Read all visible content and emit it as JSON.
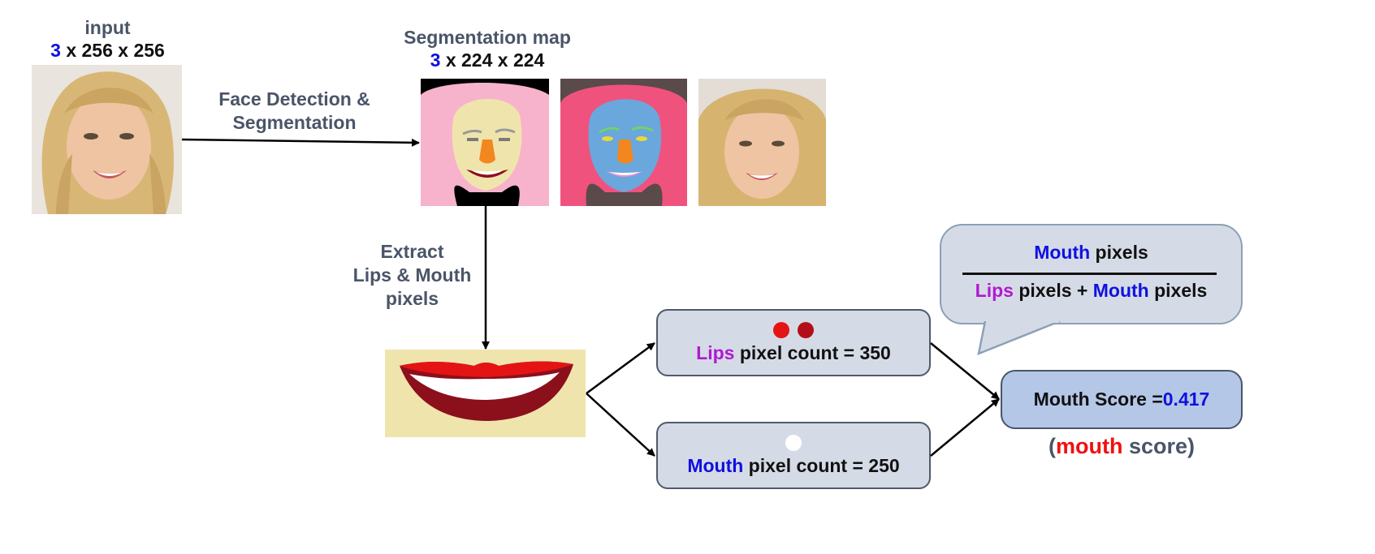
{
  "input": {
    "title": "input",
    "dims_channel": "3",
    "dims_rest": " x 256 x 256"
  },
  "segmentation": {
    "title": "Segmentation map",
    "dims_channel": "3",
    "dims_rest": " x 224 x 224"
  },
  "step_face": {
    "line1": "Face Detection &",
    "line2": "Segmentation"
  },
  "step_extract": {
    "line1": "Extract",
    "line2": "Lips & Mouth",
    "line3": "pixels"
  },
  "lips_box": {
    "word": "Lips",
    "rest": " pixel count  =  350"
  },
  "mouth_box": {
    "word": "Mouth",
    "rest": " pixel count  =  250"
  },
  "formula": {
    "num_word": "Mouth",
    "num_rest": " pixels",
    "den_lips": "Lips",
    "den_mid": " pixels + ",
    "den_mouth": "Mouth",
    "den_rest": " pixels"
  },
  "score": {
    "label": "Mouth Score  =  ",
    "value": "0.417"
  },
  "score_caption": {
    "open": "(",
    "word": "mouth",
    "rest": " score)"
  },
  "colors": {
    "channel_blue": "#1010e0",
    "lips_purple": "#b01ad0",
    "lips_red": "#e41414",
    "lips_darkred": "#8c0f1c",
    "box_fill": "#d5dbe6",
    "score_fill": "#b4c7e7"
  }
}
